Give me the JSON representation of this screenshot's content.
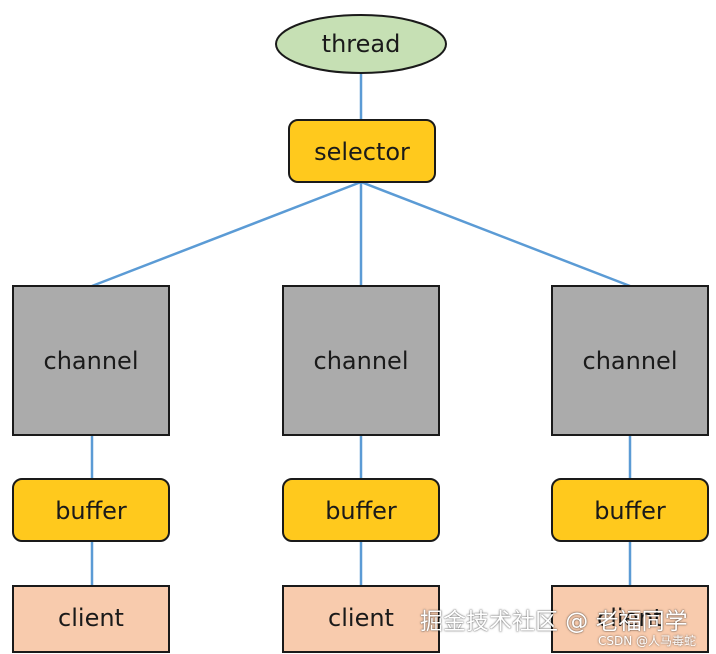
{
  "nodes": {
    "thread": "thread",
    "selector": "selector",
    "channels": [
      "channel",
      "channel",
      "channel"
    ],
    "buffers": [
      "buffer",
      "buffer",
      "buffer"
    ],
    "clients": [
      "client",
      "client",
      "client"
    ]
  },
  "colors": {
    "thread_fill": "#c6e0b4",
    "selector_fill": "#ffc91d",
    "channel_fill": "#ababab",
    "buffer_fill": "#ffc91d",
    "client_fill": "#f8cbad",
    "connector": "#5b9bd5"
  },
  "watermark": {
    "main": "掘金技术社区 @ 老福同学",
    "sub": "CSDN @人马毒蛇"
  }
}
